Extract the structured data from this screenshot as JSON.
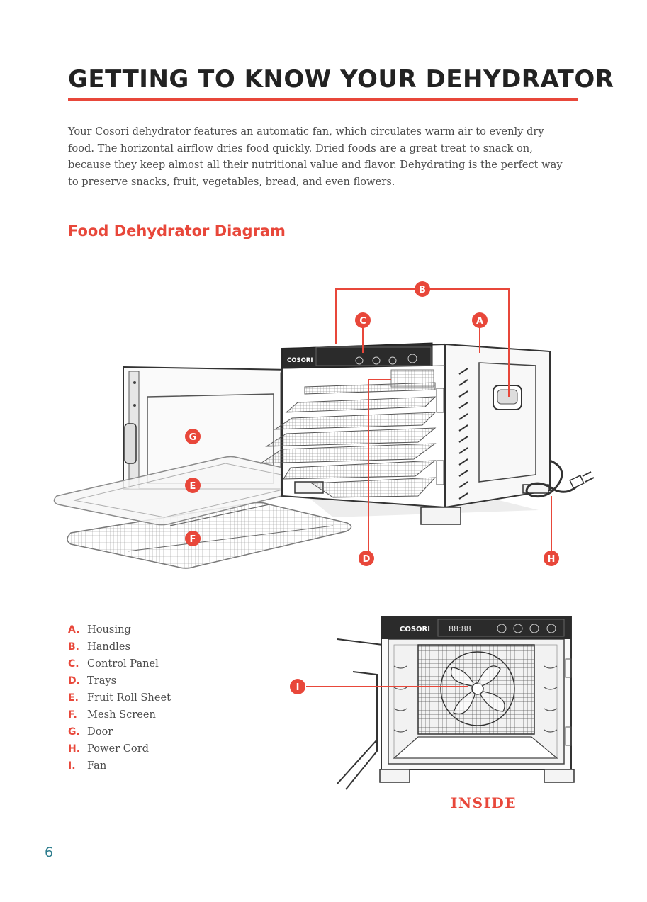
{
  "title": "GETTING TO KNOW YOUR DEHYDRATOR",
  "intro": "Your Cosori dehydrator features an automatic fan, which circulates warm air to evenly dry food. The horizontal airflow dries food quickly. Dried foods are a great treat to snack on, because they keep almost all their nutritional value and flavor. Dehydrating is the perfect way to preserve snacks, fruit, vegetables, bread, and even flowers.",
  "section_heading": "Food Dehydrator Diagram",
  "brand_logo": "COSORI",
  "display_readout": "88:88",
  "callouts": [
    "A",
    "B",
    "C",
    "D",
    "E",
    "F",
    "G",
    "H",
    "I"
  ],
  "parts": [
    {
      "letter": "A.",
      "name": "Housing"
    },
    {
      "letter": "B.",
      "name": "Handles"
    },
    {
      "letter": "C.",
      "name": "Control Panel"
    },
    {
      "letter": "D.",
      "name": "Trays"
    },
    {
      "letter": "E.",
      "name": "Fruit Roll Sheet"
    },
    {
      "letter": "F.",
      "name": "Mesh Screen"
    },
    {
      "letter": "G.",
      "name": "Door"
    },
    {
      "letter": "H.",
      "name": "Power Cord"
    },
    {
      "letter": "I.",
      "name": "Fan"
    }
  ],
  "inside_label": "INSIDE",
  "page_number": "6",
  "colors": {
    "accent": "#e8473a",
    "text": "#4a4a4a",
    "heading": "#222222",
    "page_number": "#2e7d8e",
    "panel": "#2b2b2b"
  }
}
